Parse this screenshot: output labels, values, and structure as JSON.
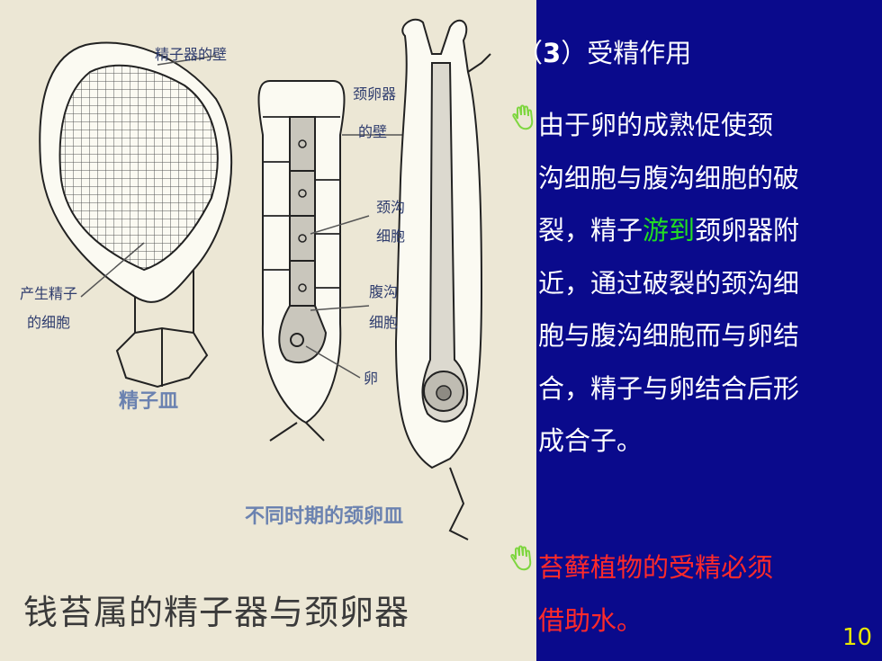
{
  "figure": {
    "labels": {
      "antheridium_wall": "精子器的壁",
      "archegonium_wall_1": "颈卵器",
      "archegonium_wall_2": "的壁",
      "neck_canal_1": "颈沟",
      "neck_canal_2": "细胞",
      "ventral_canal_1": "腹沟",
      "ventral_canal_2": "细胞",
      "egg": "卵",
      "sperm_cells_1": "产生精子",
      "sperm_cells_2": "的细胞",
      "antheridium_figure": "精子皿",
      "archegonium_figure": "不同时期的颈卵皿"
    },
    "caption": "钱苔属的精子器与颈卵器"
  },
  "slide": {
    "heading_open": "（",
    "heading_num": "3",
    "heading_rest": "）受精作用",
    "bullet1": {
      "lines": [
        "由于卵的成熟促使颈",
        "沟细胞与腹沟细胞的破"
      ],
      "line3_pre": "裂，精子",
      "line3_green": "游到",
      "line3_post": "颈卵器附",
      "lines_after": [
        "近，通过破裂的颈沟细",
        "胞与腹沟细胞而与卵结",
        "合，精子与卵结合后形",
        "成合子。"
      ]
    },
    "bullet2": {
      "lines": [
        "苔藓植物的受精必须",
        "借助水。"
      ]
    },
    "page_number": "10"
  },
  "colors": {
    "background": "#0a0a8c",
    "text": "#ffffff",
    "highlight_green": "#22dd22",
    "emphasis_red": "#ff2a2a",
    "page_number": "#e8e800",
    "bullet_icon": "#7fd640"
  }
}
